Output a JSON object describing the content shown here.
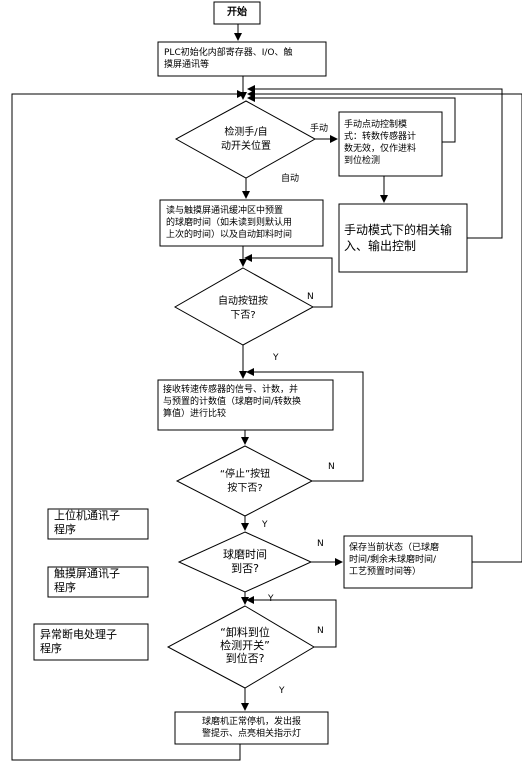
{
  "nodes": {
    "start": "开始",
    "init": "PLC初始化内部寄存器、I/O、触\n摸屏通讯等",
    "check_mode": "检测手/自\n动开关位置",
    "manual_jog": "手动点动控制模\n式：转数传感器计\n数无效，仅作进料\n到位检测",
    "manual_io": "手动模式下的相关输\n入、输出控制",
    "read_hmi": "读与触摸屏通讯缓冲区中预置\n的球磨时间（如未读到则默认用\n上次的时间）以及自动卸料时间",
    "auto_btn": "自动按钮按\n下否?",
    "receive_sensor": "接收转速传感器的信号、计数，并\n与预置的计数值（球磨时间/转数换\n算值）进行比较",
    "stop_btn": "“停止”按钮\n按下否?",
    "time_up": "球磨时间\n到否?",
    "save_state": "保存当前状态（已球磨\n时间/剩余未球磨时间/\n工艺预置时间等）",
    "unload_switch": "“卸料到位\n检测开关”\n到位否?",
    "normal_stop": "球磨机正常停机，发出报\n警提示、点亮相关指示灯"
  },
  "subroutines": {
    "upper_comm": "上位机通讯子\n程序",
    "hmi_comm": "触摸屏通讯子\n程序",
    "power_fail": "异常断电处理子\n程序"
  },
  "edge_labels": {
    "manual": "手动",
    "auto": "自动",
    "n1": "N",
    "y1": "Y",
    "n2": "N",
    "y2": "Y",
    "n3": "N",
    "y3": "Y",
    "n4": "N",
    "y4": "Y"
  }
}
